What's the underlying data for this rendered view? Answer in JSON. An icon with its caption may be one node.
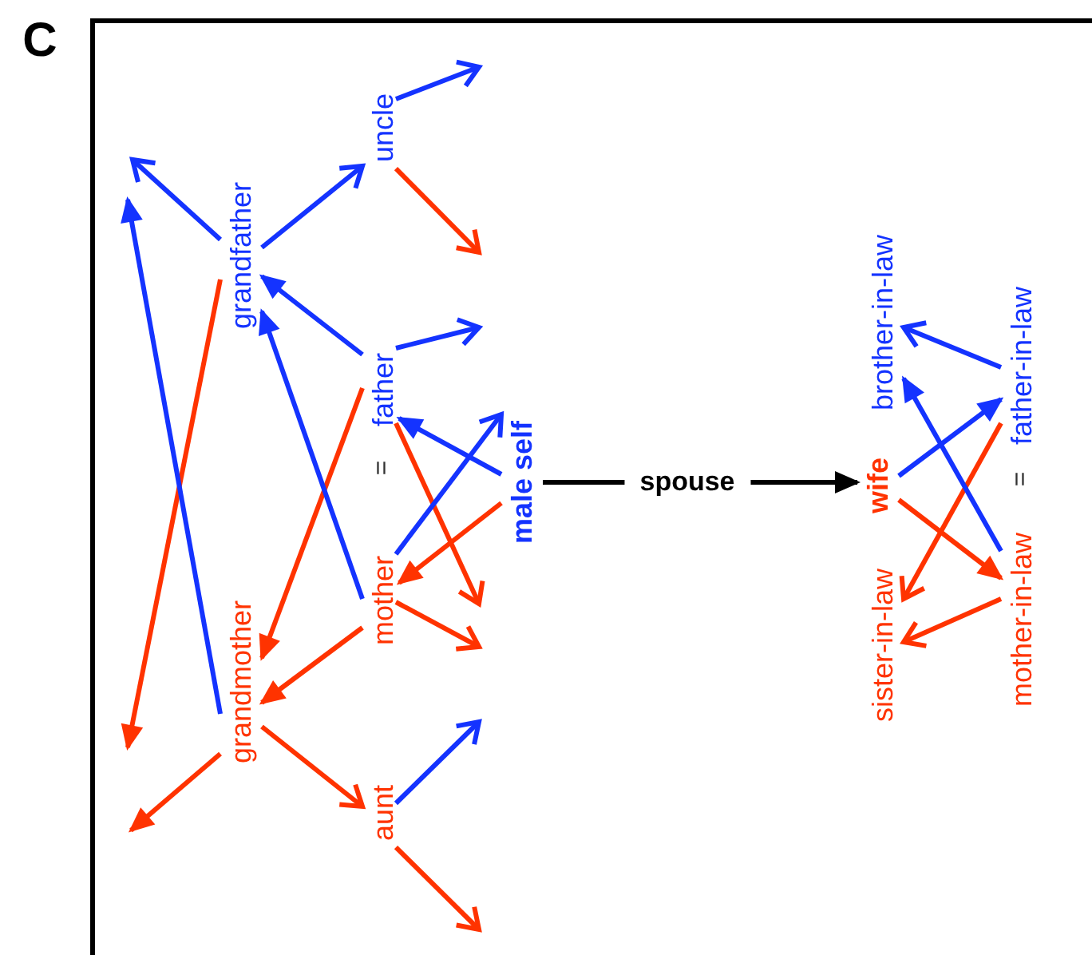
{
  "diagram": {
    "nodes": [
      {
        "text": [
          "grandfather"
        ]
      },
      {
        "text": [
          "uncle"
        ]
      },
      {
        "text": [
          "father"
        ]
      },
      {
        "text": [
          "mother"
        ]
      },
      {
        "text": [
          "grandmother"
        ]
      },
      {
        "text": [
          "aunt"
        ]
      },
      {
        "text": [
          "male self"
        ]
      },
      {
        "text": [
          "wife"
        ]
      },
      {
        "text": [
          "brother-in-law"
        ]
      },
      {
        "text": [
          "sister-in-law"
        ]
      },
      {
        "text": [
          "father-in-law"
        ]
      },
      {
        "text": [
          "mother-in-law"
        ]
      }
    ],
    "edges": [
      {
        "from": 0,
        "to": null,
        "arrow": "to",
        "color": "#1433ff"
      },
      {
        "from": 0,
        "to": 1,
        "arrow": "to",
        "color": "#1433ff"
      },
      {
        "from": 0,
        "to": null,
        "arrow": "to",
        "color": "#ff3300"
      },
      {
        "from": 4,
        "to": null,
        "arrow": "to",
        "color": "#1433ff"
      },
      {
        "from": 4,
        "to": null,
        "arrow": "to",
        "color": "#ff3300"
      },
      {
        "from": 4,
        "to": 5,
        "arrow": "to",
        "color": "#ff3300"
      },
      {
        "from": 1,
        "to": null,
        "arrow": "to",
        "color": "#1433ff"
      },
      {
        "from": 1,
        "to": null,
        "arrow": "to",
        "color": "#ff3300"
      },
      {
        "from": 2,
        "to": 0,
        "arrow": "to",
        "color": "#1433ff"
      },
      {
        "from": 2,
        "to": 4,
        "arrow": "to",
        "color": "#ff3300"
      },
      {
        "from": 2,
        "to": null,
        "arrow": "to",
        "color": "#1433ff"
      },
      {
        "from": 2,
        "to": null,
        "arrow": "to",
        "color": "#ff3300"
      },
      {
        "from": 3,
        "to": 0,
        "arrow": "to",
        "color": "#1433ff"
      },
      {
        "from": 3,
        "to": 4,
        "arrow": "to",
        "color": "#ff3300"
      },
      {
        "from": 3,
        "to": 6,
        "arrow": "to",
        "color": "#1433ff"
      },
      {
        "from": 3,
        "to": null,
        "arrow": "to",
        "color": "#ff3300"
      },
      {
        "from": 5,
        "to": null,
        "arrow": "to",
        "color": "#1433ff"
      },
      {
        "from": 5,
        "to": null,
        "arrow": "to",
        "color": "#ff3300"
      },
      {
        "from": 6,
        "to": 2,
        "arrow": "to",
        "color": "#1433ff"
      },
      {
        "from": 6,
        "to": 3,
        "arrow": "to",
        "color": "#ff3300"
      },
      {
        "from": 6,
        "to": 7,
        "arrow": "to",
        "label": "spouse",
        "color": "#000000"
      },
      {
        "from": 7,
        "to": 10,
        "arrow": "to",
        "color": "#1433ff"
      },
      {
        "from": 7,
        "to": 11,
        "arrow": "to",
        "color": "#ff3300"
      },
      {
        "from": 10,
        "to": 8,
        "arrow": "to",
        "color": "#1433ff"
      },
      {
        "from": 10,
        "to": 9,
        "arrow": "to",
        "color": "#ff3300"
      },
      {
        "from": 11,
        "to": 8,
        "arrow": "to",
        "color": "#1433ff"
      },
      {
        "from": 11,
        "to": 9,
        "arrow": "to",
        "color": "#ff3300"
      }
    ],
    "labels": [
      "C",
      "=",
      "="
    ]
  }
}
